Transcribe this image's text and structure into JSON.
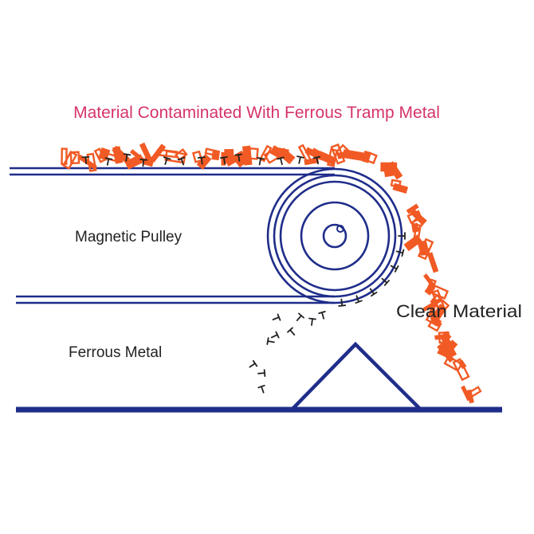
{
  "diagram": {
    "title": "Material Contaminated With Ferrous Tramp Metal",
    "labels": {
      "pulley": "Magnetic Pulley",
      "ferrous": "Ferrous Metal",
      "clean": "Clean Material"
    }
  },
  "colors": {
    "belt": "#1f2d8a",
    "title_text": "#d6336c",
    "material": "#f15a24",
    "metal": "#222222",
    "label_text": "#222222"
  }
}
